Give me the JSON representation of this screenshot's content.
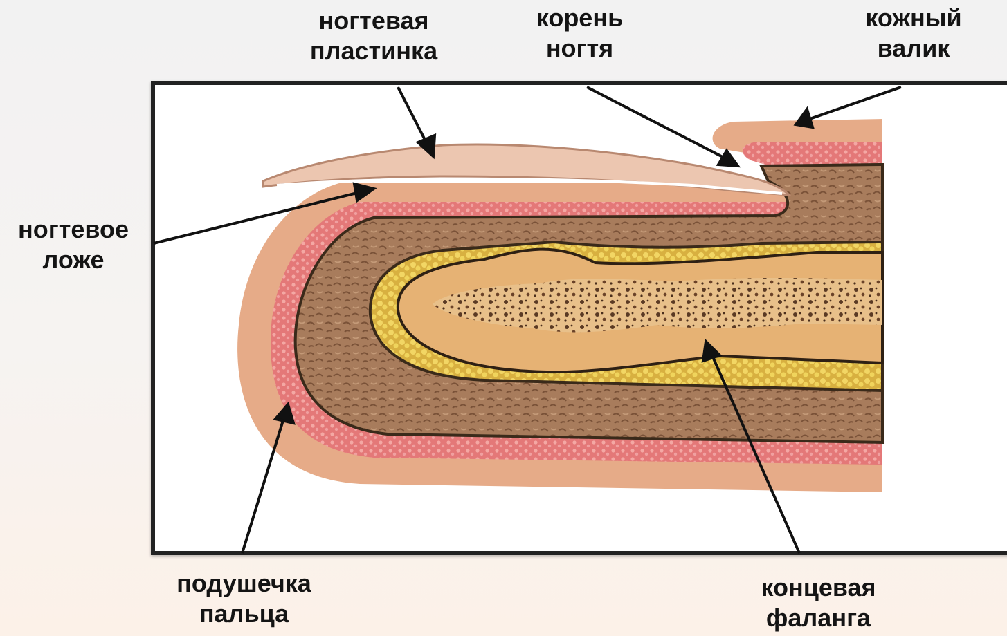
{
  "labels": {
    "nail_plate": [
      "ногтевая",
      "пластинка"
    ],
    "nail_root": [
      "корень",
      "ногтя"
    ],
    "skin_fold": [
      "кожный",
      "валик"
    ],
    "nail_bed": [
      "ногтевое",
      "ложе"
    ],
    "finger_pad": [
      "подушечка",
      "пальца"
    ],
    "distal_phalanx": [
      "концевая",
      "фаланга"
    ]
  },
  "colors": {
    "skin": "#e4a886",
    "dermis": "#e57a7a",
    "tissue": "#a4785a",
    "fat": "#e9c84e",
    "bone_cortex": "#e7b070",
    "marrow": "#c79866",
    "nail": "#ebc3ad",
    "arrow": "#111111",
    "frame": "#222222"
  }
}
